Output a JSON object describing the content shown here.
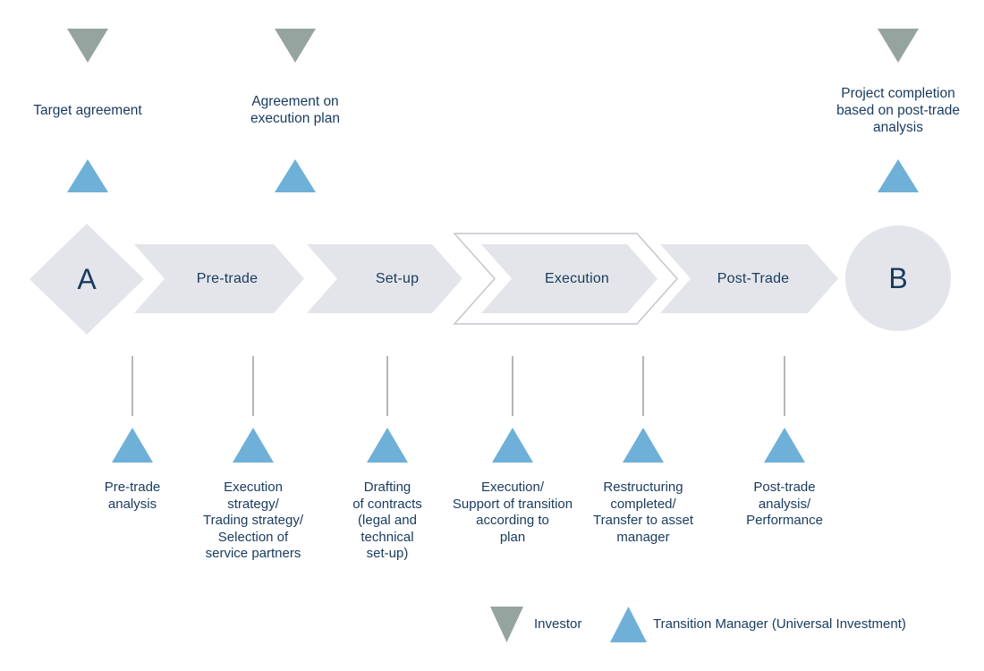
{
  "colors": {
    "navy_text": "#183a5e",
    "investor_triangle": "#96a4a0",
    "transition_manager_triangle": "#6eb0d8",
    "shape_fill": "#e4e5ea",
    "highlight_outline": "#c3c6cd",
    "connector_line": "#9d9da2"
  },
  "top_annotations": [
    {
      "label": "Target agreement"
    },
    {
      "label": "Agreement on\nexecution plan"
    },
    {
      "label": "Project completion\nbased on post-trade\nanalysis"
    }
  ],
  "flow": {
    "start_label": "A",
    "end_label": "B",
    "stages": [
      {
        "label": "Pre-trade",
        "highlighted": false
      },
      {
        "label": "Set-up",
        "highlighted": false
      },
      {
        "label": "Execution",
        "highlighted": true
      },
      {
        "label": "Post-Trade",
        "highlighted": false
      }
    ]
  },
  "milestones": [
    {
      "label": "Pre-trade\nanalysis"
    },
    {
      "label": "Execution\nstrategy/\nTrading strategy/\nSelection of\nservice partners"
    },
    {
      "label": "Drafting\nof contracts\n(legal and\ntechnical\nset-up)"
    },
    {
      "label": "Execution/\nSupport of transition\naccording to\nplan"
    },
    {
      "label": "Restructuring\ncompleted/\nTransfer to asset\nmanager"
    },
    {
      "label": "Post-trade\nanalysis/\nPerformance"
    }
  ],
  "legend": {
    "investor_label": "Investor",
    "transition_manager_label": "Transition Manager (Universal Investment)"
  }
}
